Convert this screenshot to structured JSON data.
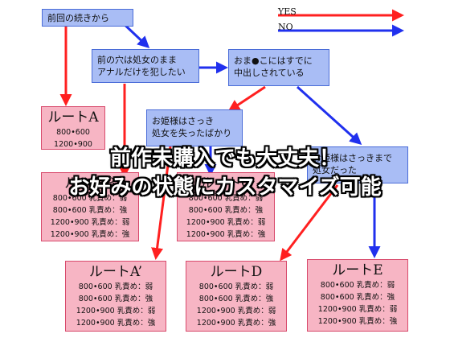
{
  "legend": {
    "yes": {
      "label": "YES",
      "color": "#ff2020"
    },
    "no": {
      "label": "NO",
      "color": "#2030ee"
    }
  },
  "questions": {
    "q1": "前回の続きから",
    "q2a": "前の穴は処女のまま",
    "q2b": "アナルだけを犯したい",
    "q3a": "おま●こにはすでに",
    "q3b": "中出しされている",
    "q4a": "お姫様はさっき",
    "q4b": "処女を失ったばかり",
    "q5a": "お姫様はさっきまで",
    "q5b": "処女だった"
  },
  "routes": {
    "a": {
      "title": "ルートA",
      "lines": [
        "800•600",
        "1200•900"
      ]
    },
    "b": {
      "title": "ルートB",
      "lines": [
        "800•600 乳責め：弱",
        "800•600 乳責め：強",
        "1200•900 乳責め：弱",
        "1200•900 乳責め：強"
      ]
    },
    "c": {
      "title": "ルートC",
      "lines": [
        "800•600 乳責め：弱",
        "800•600 乳責め：強",
        "1200•900 乳責め：弱",
        "1200•900 乳責め：強"
      ]
    },
    "aprime": {
      "title": "ルートA’",
      "lines": [
        "800•600 乳責め：弱",
        "800•600 乳責め：強",
        "1200•900 乳責め：弱",
        "1200•900 乳責め：強"
      ]
    },
    "d": {
      "title": "ルートD",
      "lines": [
        "800•600 乳責め：弱",
        "800•600 乳責め：強",
        "1200•900 乳責め：弱",
        "1200•900 乳責め：強"
      ]
    },
    "e": {
      "title": "ルートE",
      "lines": [
        "800•600 乳責め：弱",
        "800•600 乳責め：強",
        "1200•900 乳責め：弱",
        "1200•900 乳責め：強"
      ]
    }
  },
  "banner": {
    "line1": "前作未購入でも大丈夫！",
    "line2": "お好みの状態にカスタマイズ可能"
  }
}
